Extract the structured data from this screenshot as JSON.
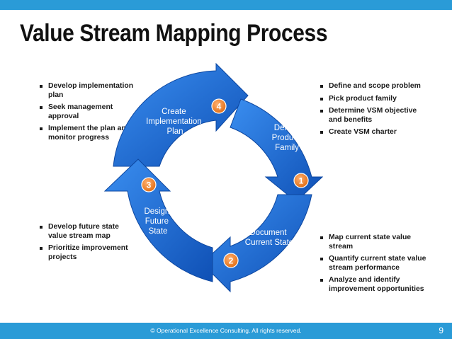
{
  "title": "Value Stream Mapping Process",
  "colors": {
    "arrow": "#1a6fe0",
    "arrow_dark": "#0f50b5",
    "badge": "#f0802a",
    "bar": "#2a9bd7"
  },
  "steps": [
    {
      "number": "1",
      "label_lines": [
        "Define",
        "Product",
        "Family"
      ]
    },
    {
      "number": "2",
      "label_lines": [
        "Document",
        "Current State"
      ]
    },
    {
      "number": "3",
      "label_lines": [
        "Design",
        "Future",
        "State"
      ]
    },
    {
      "number": "4",
      "label_lines": [
        "Create",
        "Implementation",
        "Plan"
      ]
    }
  ],
  "bullets": {
    "step1": [
      "Define and scope problem",
      "Pick product family",
      "Determine VSM objective and benefits",
      "Create VSM charter"
    ],
    "step2": [
      "Map current state value stream",
      "Quantify current state value stream performance",
      "Analyze and identify improvement opportunities"
    ],
    "step3": [
      "Develop future state value stream map",
      "Prioritize improvement projects"
    ],
    "step4": [
      "Develop implementation plan",
      "Seek management approval",
      "Implement the plan and monitor progress"
    ]
  },
  "footer": {
    "text": "© Operational Excellence Consulting. All rights reserved.",
    "page": "9"
  }
}
